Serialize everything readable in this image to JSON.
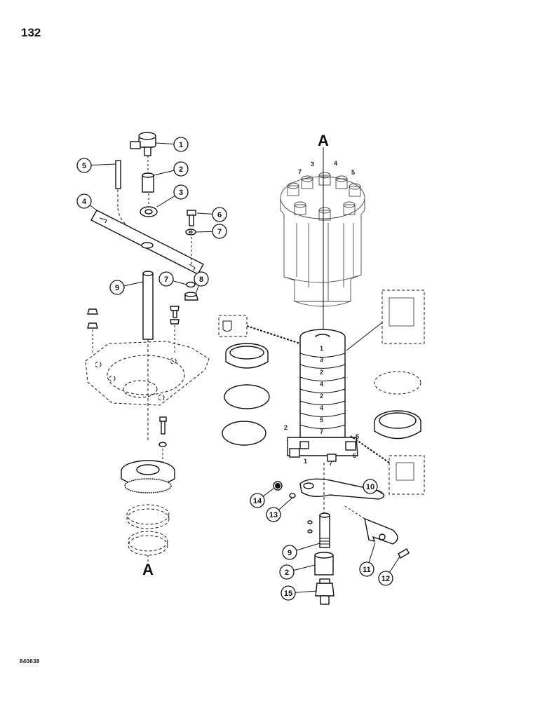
{
  "page": {
    "number": "132",
    "footer_code": "840638"
  },
  "section_labels": {
    "top": "A",
    "bottom": "A"
  },
  "callouts": [
    "1",
    "2",
    "3",
    "4",
    "5",
    "6",
    "7",
    "8",
    "9",
    "7",
    "10",
    "11",
    "12",
    "13",
    "14",
    "9",
    "2",
    "15"
  ],
  "ring_numbers": [
    "1",
    "3",
    "2",
    "4",
    "2",
    "4",
    "5",
    "7"
  ],
  "port_numbers": [
    "7",
    "3",
    "4",
    "5",
    "2",
    "5",
    "6",
    "1",
    "7"
  ]
}
